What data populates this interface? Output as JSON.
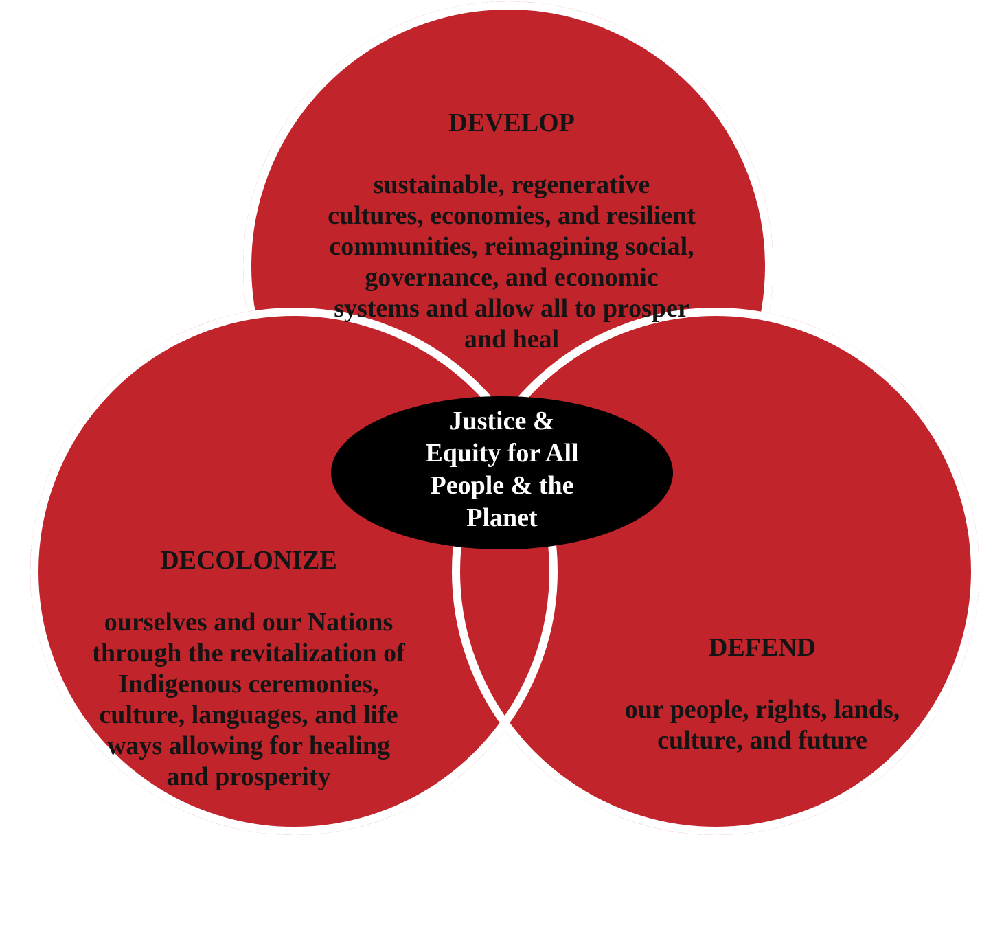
{
  "colors": {
    "circle_red": "#c2242c",
    "outline_white": "#ffffff",
    "ellipse_black": "#000000",
    "text_dark": "#141414",
    "text_light": "#ffffff",
    "background": "#ffffff"
  },
  "circles": [
    {
      "id": "develop",
      "title": "DEVELOP",
      "body": "sustainable, regenerative\ncultures, economies, and resilient\ncommunities, reimagining social,\ngovernance, and economic\nsystems and allow all to prosper\nand heal"
    },
    {
      "id": "decolonize",
      "title": "DECOLONIZE",
      "body": "ourselves and our Nations\nthrough the revitalization of\nIndigenous ceremonies,\nculture, languages, and life\nways allowing for healing\nand prosperity"
    },
    {
      "id": "defend",
      "title": "DEFEND",
      "body": "our people, rights, lands,\nculture, and future"
    }
  ],
  "center": {
    "text": "Justice &\nEquity for All\nPeople & the\nPlanet"
  }
}
